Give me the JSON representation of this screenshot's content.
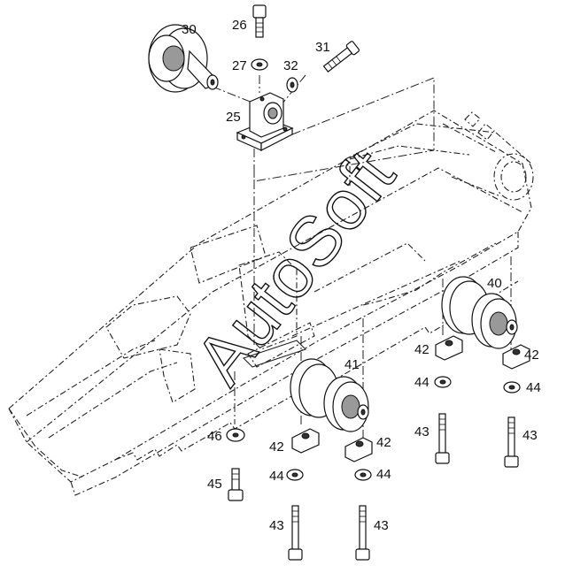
{
  "watermark": "AutoSoft",
  "labels": {
    "l25": "25",
    "l26": "26",
    "l27": "27",
    "l30": "30",
    "l31": "31",
    "l32": "32",
    "l40": "40",
    "l41": "41",
    "l42a": "42",
    "l42b": "42",
    "l42c": "42",
    "l42d": "42",
    "l43a": "43",
    "l43b": "43",
    "l43c": "43",
    "l43d": "43",
    "l44a": "44",
    "l44b": "44",
    "l44c": "44",
    "l44d": "44",
    "l45": "45",
    "l46": "46"
  },
  "parts": [
    {
      "id": "roller-30",
      "icon": "carrier-roller-icon"
    },
    {
      "id": "bolt-26",
      "icon": "bolt-icon"
    },
    {
      "id": "washer-27",
      "icon": "washer-icon"
    },
    {
      "id": "bolt-31",
      "icon": "bolt-icon"
    },
    {
      "id": "washer-32",
      "icon": "washer-icon"
    },
    {
      "id": "bracket-25",
      "icon": "bracket-icon"
    },
    {
      "id": "roller-40",
      "icon": "track-roller-icon"
    },
    {
      "id": "roller-41",
      "icon": "track-roller-icon"
    },
    {
      "id": "clamp-42",
      "icon": "clamp-icon"
    },
    {
      "id": "bolt-43",
      "icon": "bolt-icon"
    },
    {
      "id": "washer-44",
      "icon": "washer-icon"
    },
    {
      "id": "bolt-45",
      "icon": "bolt-icon"
    },
    {
      "id": "washer-46",
      "icon": "washer-icon"
    }
  ]
}
